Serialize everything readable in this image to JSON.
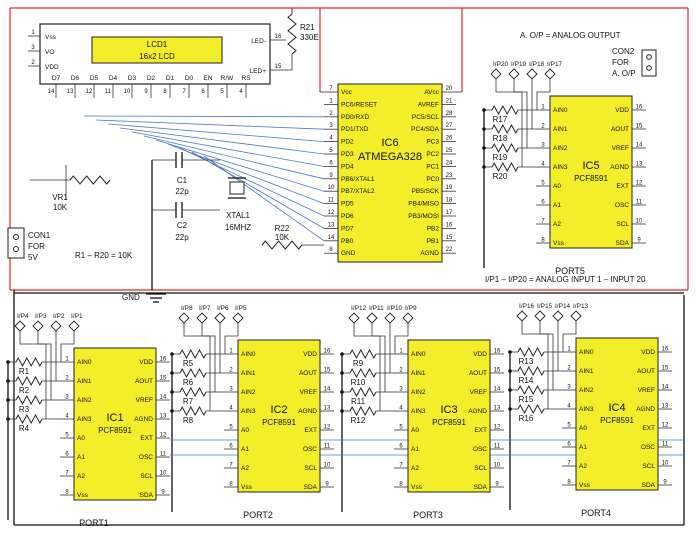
{
  "lcd": {
    "ref": "LCD1",
    "type": "16x2 LCD",
    "left_pins": [
      "Vss",
      "VO",
      "VDD"
    ],
    "left_nums": [
      "1",
      "3",
      "2"
    ],
    "bottom_pins": [
      "D7",
      "D6",
      "D5",
      "D4",
      "D3",
      "D2",
      "D1",
      "D0",
      "EN",
      "R/W",
      "RS"
    ],
    "bottom_nums": [
      "14",
      "13",
      "12",
      "11",
      "10",
      "9",
      "8",
      "7",
      "6",
      "5",
      "4"
    ],
    "right_pins": [
      "LED-",
      "LED+"
    ],
    "right_nums": [
      "16",
      "15"
    ]
  },
  "mcu": {
    "ref": "IC6",
    "type": "ATMEGA328",
    "left_pins": [
      "Vcc",
      "PC6/RESET",
      "PD0/RXD",
      "PD1/TXD",
      "PD2",
      "PD3",
      "PD4",
      "PB6/XTAL1",
      "PB7/XTAL2",
      "PD5",
      "PD6",
      "PD7",
      "PB0",
      "GND"
    ],
    "left_nums": [
      "7",
      "1",
      "2",
      "3",
      "4",
      "5",
      "6",
      "9",
      "10",
      "11",
      "12",
      "13",
      "14",
      "8"
    ],
    "right_pins": [
      "AVcc",
      "AVREF",
      "PC5/SCL",
      "PC4/SDA",
      "PC3",
      "PC2",
      "PC1",
      "PC0",
      "PB5/SCK",
      "PB4/MISO",
      "PB3/MOSI",
      "PB2",
      "PB1",
      "AGND"
    ],
    "right_nums": [
      "20",
      "21",
      "28",
      "27",
      "26",
      "25",
      "24",
      "23",
      "19",
      "18",
      "17",
      "16",
      "15",
      "22"
    ]
  },
  "pcf": {
    "type": "PCF8591",
    "left_pins": [
      "AIN0",
      "AIN1",
      "AIN2",
      "AIN3",
      "A0",
      "A1",
      "A2",
      "Vss"
    ],
    "left_nums": [
      "1",
      "2",
      "3",
      "4",
      "5",
      "6",
      "7",
      "8"
    ],
    "right_pins": [
      "VDD",
      "AOUT",
      "VREF",
      "AGND",
      "EXT",
      "OSC",
      "SCL",
      "SDA"
    ],
    "right_nums": [
      "16",
      "15",
      "14",
      "13",
      "12",
      "11",
      "10",
      "9"
    ]
  },
  "ic5": {
    "ref": "IC5",
    "port": "PORT5",
    "inputs": [
      "I/P20",
      "I/P19",
      "I/P18",
      "I/P17"
    ],
    "resistors": [
      "R17",
      "R18",
      "R19",
      "R20"
    ]
  },
  "ic1": {
    "ref": "IC1",
    "port": "PORT1",
    "inputs": [
      "I/P4",
      "I/P3",
      "I/P2",
      "I/P1"
    ],
    "resistors": [
      "R1",
      "R2",
      "R3",
      "R4"
    ]
  },
  "ic2": {
    "ref": "IC2",
    "port": "PORT2",
    "inputs": [
      "I/P8",
      "I/P7",
      "I/P6",
      "I/P5"
    ],
    "resistors": [
      "R5",
      "R6",
      "R7",
      "R8"
    ]
  },
  "ic3": {
    "ref": "IC3",
    "port": "PORT3",
    "inputs": [
      "I/P12",
      "I/P11",
      "I/P10",
      "I/P9"
    ],
    "resistors": [
      "R9",
      "R10",
      "R11",
      "R12"
    ]
  },
  "ic4": {
    "ref": "IC4",
    "port": "PORT4",
    "inputs": [
      "I/P16",
      "I/P15",
      "I/P14",
      "I/P13"
    ],
    "resistors": [
      "R13",
      "R14",
      "R15",
      "R16"
    ]
  },
  "parts": {
    "r21_ref": "R21",
    "r21_val": "330E",
    "vr1_ref": "VR1",
    "vr1_val": "10K",
    "c1_ref": "C1",
    "c1_val": "22p",
    "c2_ref": "C2",
    "c2_val": "22p",
    "xtal_ref": "XTAL1",
    "xtal_val": "16MHZ",
    "r22_ref": "R22",
    "r22_val": "10K",
    "con1_ref": "CON1",
    "con1_for": "FOR",
    "con1_val": "5V",
    "con2_ref": "CON2",
    "con2_for": "FOR",
    "con2_val": "A. O/P"
  },
  "notes": {
    "analog_out": "A. O/P = ANALOG OUTPUT",
    "r_values": "R1 – R20 = 10K",
    "ip_note": "I/P1 – I/P20 = ANALOG INPUT 1 – INPUT 20",
    "gnd": "GND"
  },
  "colors": {
    "chip": "#f4ee2a",
    "vcc_wire": "#e3262a",
    "bus_wire": "#4a78c8"
  }
}
